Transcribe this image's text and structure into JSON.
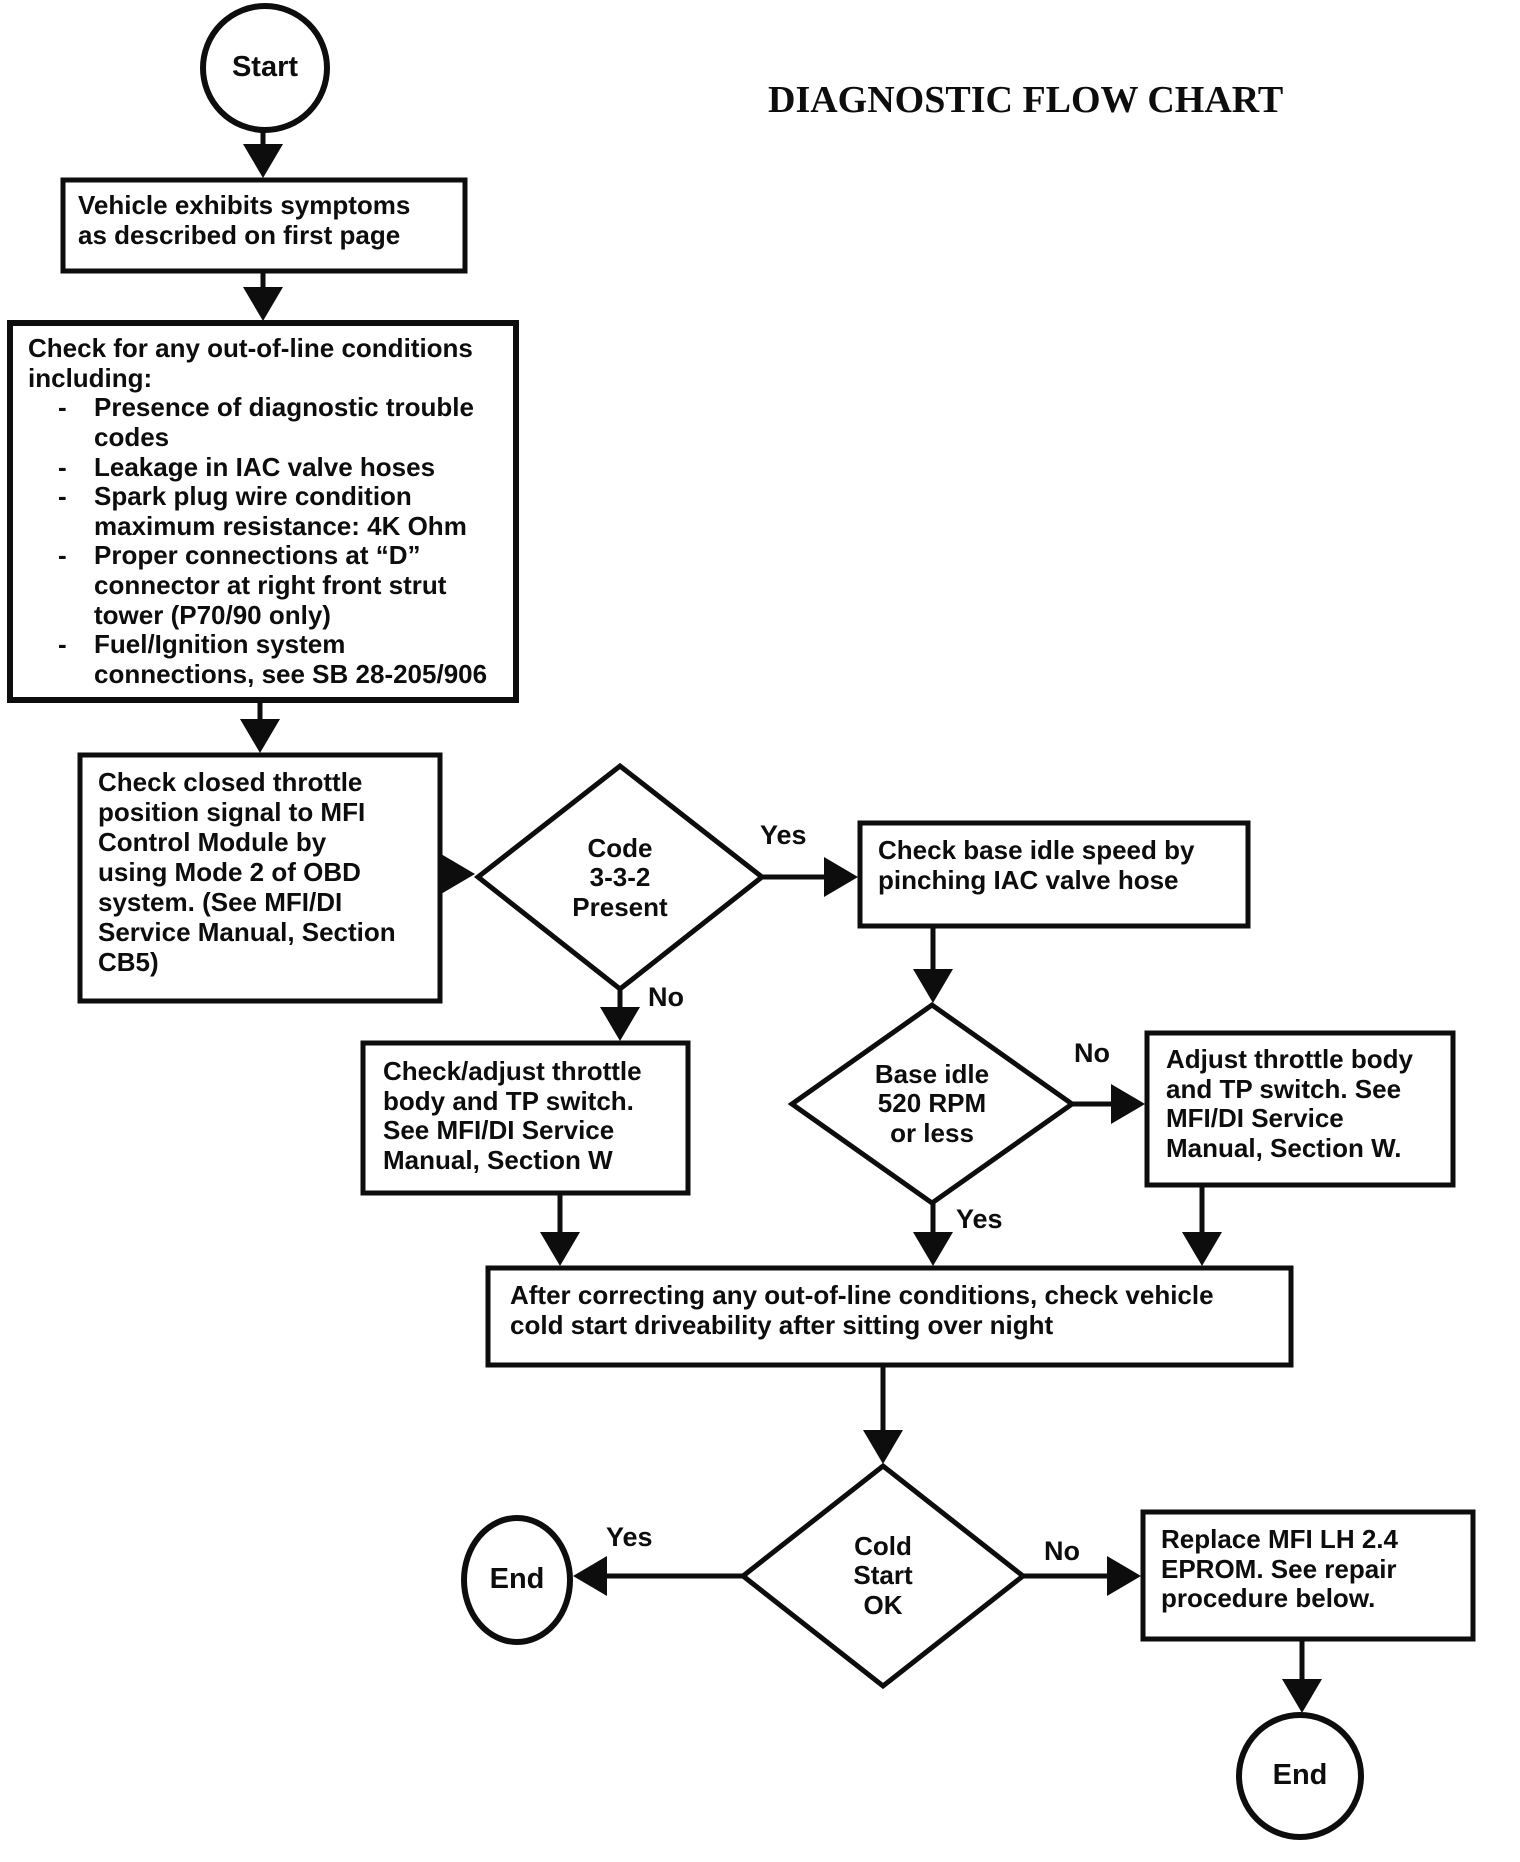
{
  "title": "DIAGNOSTIC FLOW CHART",
  "labels": {
    "yes": "Yes",
    "no": "No"
  },
  "bullet_marker": "-",
  "nodes": {
    "start": "Start",
    "end": "End",
    "symptoms": "Vehicle exhibits symptoms\nas described on first page",
    "checklist_intro": "Check for any out-of-line conditions\nincluding:",
    "checklist_items": [
      "Presence of diagnostic trouble\ncodes",
      "Leakage in IAC valve hoses",
      "Spark plug wire condition\nmaximum resistance: 4K Ohm",
      "Proper connections at “D”\nconnector at right front strut\ntower (P70/90 only)",
      "Fuel/Ignition system\nconnections, see SB 28-205/906"
    ],
    "check_ctp": "Check closed throttle\nposition signal to MFI\nControl Module by\nusing Mode 2 of OBD\nsystem.  (See MFI/DI\nService Manual, Section\nCB5)",
    "code_present": "Code\n3-3-2\nPresent",
    "check_base_idle": "Check base idle speed by\npinching IAC valve hose",
    "check_adjust_tb": "Check/adjust throttle\nbody and TP switch.\nSee MFI/DI Service\nManual, Section W",
    "base_idle": "Base idle\n520 RPM\nor less",
    "adjust_tb": "Adjust throttle body\nand TP switch.  See\nMFI/DI Service\nManual, Section W.",
    "after_correcting": "After correcting any out-of-line conditions, check vehicle\ncold start driveability after sitting over night",
    "cold_start": "Cold\nStart\nOK",
    "replace_eprom": "Replace MFI LH 2.4\nEPROM.  See repair\nprocedure below."
  }
}
